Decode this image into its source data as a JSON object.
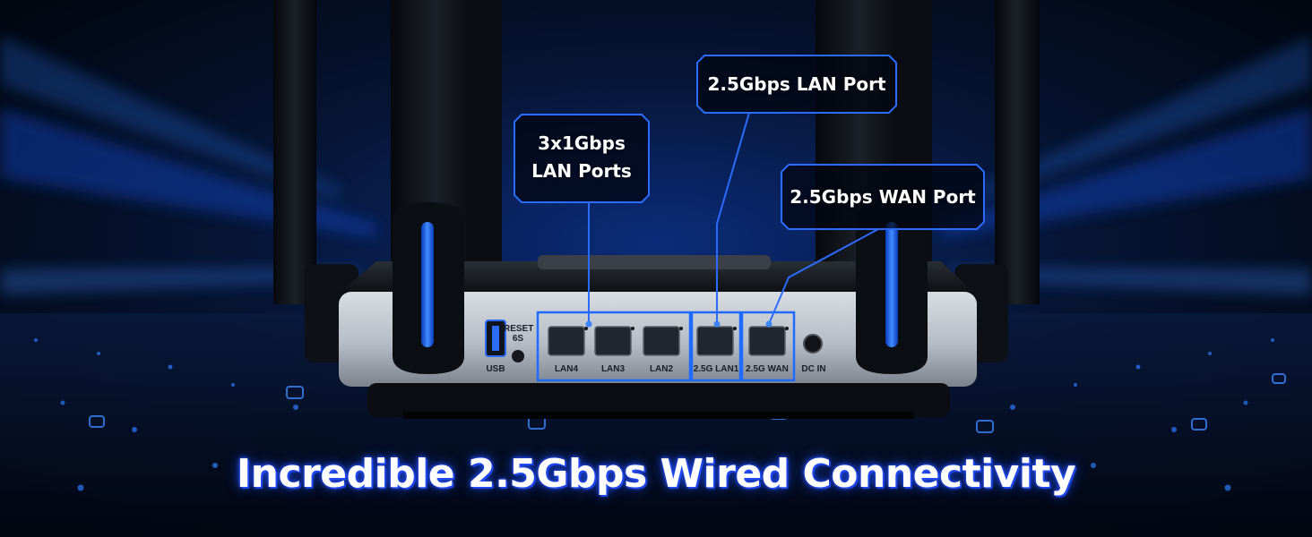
{
  "headline": "Incredible 2.5Gbps Wired Connectivity",
  "callouts": {
    "lan_1g": [
      "3x1Gbps",
      "LAN Ports"
    ],
    "lan_25g": "2.5Gbps LAN Port",
    "wan_25g": "2.5Gbps WAN Port"
  },
  "ports": {
    "usb": "USB",
    "reset": [
      "RESET",
      "6S"
    ],
    "lan4": "LAN4",
    "lan3": "LAN3",
    "lan2": "LAN2",
    "lan1": "2.5G LAN1",
    "wan": "2.5G WAN",
    "dc": "DC IN"
  },
  "colors": {
    "accent": "#1f6bff",
    "background": "#02060f",
    "headline_glow": "#2a52ff"
  }
}
